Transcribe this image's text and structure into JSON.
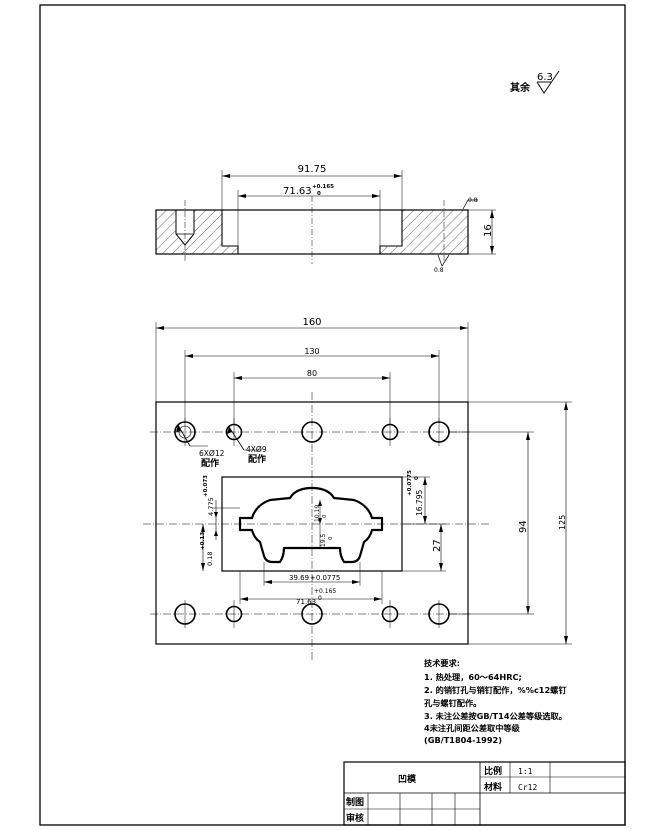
{
  "surface_roughness": {
    "prefix": "其余",
    "value": "6.3"
  },
  "section_view": {
    "dims": {
      "outer": "91.75",
      "inner": "71.63",
      "inner_tol_upper": "+0.165",
      "inner_tol_lower": "0",
      "height": "16",
      "roughness_top": "0.8",
      "roughness_bottom": "0.8"
    }
  },
  "plan_view": {
    "dims": {
      "width": "160",
      "hole_span": "130",
      "inner_span": "80",
      "height": "125",
      "inner_height": "94",
      "cavity_height": "27",
      "cavity_width": "39.69",
      "cavity_width_tol": "+0.0775",
      "cavity_bottom": "71.63",
      "cavity_bottom_tol_upper": "+0.165",
      "cavity_bottom_tol_lower": "0",
      "right_inner": "16.795",
      "right_inner_tol_upper": "+0.0775",
      "right_inner_tol_lower": "0",
      "left_a": "0.18",
      "left_a_tol": "+0.13",
      "left_b": "4.775",
      "left_b_tol": "+0.073",
      "center_a": "10.19",
      "center_b": "19.5",
      "center_tol": "0"
    },
    "callouts": [
      {
        "line1": "6XØ12",
        "line2": "配作"
      },
      {
        "line1": "4XØ9",
        "line2": "配作"
      }
    ]
  },
  "technical_requirements": {
    "heading": "技术要求:",
    "items": [
      "1. 热处理，60～64HRC;",
      "2. 的销钉孔与销钉配作，%%c12螺钉",
      "孔与螺钉配作。",
      "3. 未注公差按GB/T14公差等级选取。",
      "4未注孔间距公差取中等级",
      "(GB/T1804-1992)"
    ]
  },
  "title_block": {
    "part_name": "凹模",
    "scale_label": "比例",
    "scale_value": "1:1",
    "material_label": "材料",
    "material_value": "Cr12",
    "drawn_label": "制图",
    "checked_label": "审核"
  }
}
